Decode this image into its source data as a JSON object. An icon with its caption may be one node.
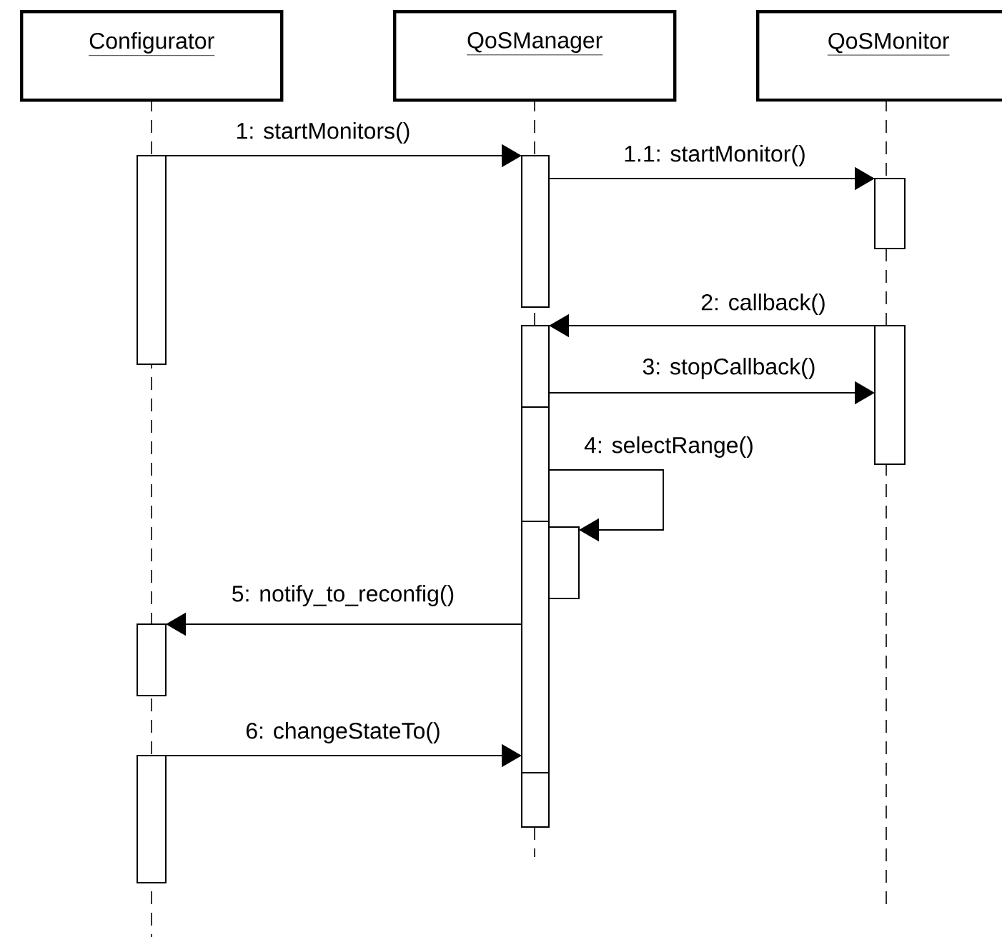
{
  "diagram": {
    "nodes": [
      {
        "text": [
          "Configurator"
        ]
      },
      {
        "text": [
          "QoSManager"
        ]
      },
      {
        "text": [
          "QoSMonitor"
        ]
      },
      {
        "text": [],
        "shape": "bar"
      },
      {
        "text": [],
        "shape": "bar"
      },
      {
        "text": [],
        "shape": "bar"
      },
      {
        "text": [],
        "shape": "bar"
      },
      {
        "text": [],
        "shape": "bar"
      },
      {
        "text": [],
        "shape": "bar"
      },
      {
        "text": [],
        "shape": "bar"
      },
      {
        "text": [],
        "shape": "bar"
      },
      {
        "text": [],
        "shape": "bar"
      },
      {
        "text": [],
        "shape": "bar"
      },
      {
        "text": [],
        "shape": "bar"
      }
    ],
    "edges": [
      {
        "from": 3,
        "to": 4,
        "arrow": "to",
        "label": "1: startMonitors()"
      },
      {
        "from": 4,
        "to": 5,
        "arrow": "to",
        "label": "1.1: startMonitor()"
      },
      {
        "from": 7,
        "to": 6,
        "arrow": "to",
        "label": "2: callback()"
      },
      {
        "from": 6,
        "to": 7,
        "arrow": "to",
        "label": "3: stopCallback()"
      },
      {
        "from": 8,
        "to": 10,
        "arrow": "to",
        "label": "4: selectRange()"
      },
      {
        "from": 9,
        "to": 11,
        "arrow": "to",
        "label": "5: notify_to_reconfig()"
      },
      {
        "from": 12,
        "to": 9,
        "arrow": "to",
        "label": "6: changeStateTo()"
      }
    ]
  }
}
